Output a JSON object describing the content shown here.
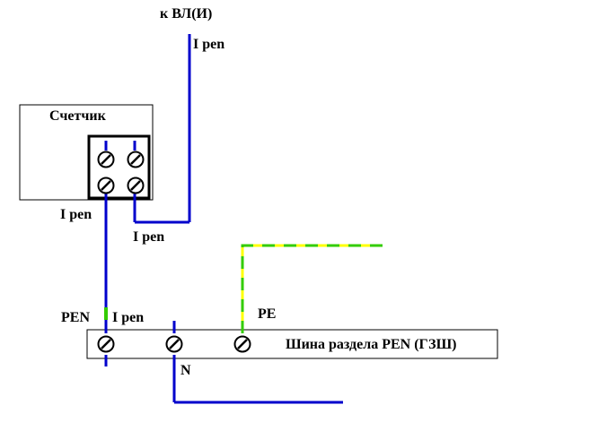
{
  "labels": {
    "to_line": "к ВЛ(И)",
    "ipen_top": "I pen",
    "meter_title": "Счетчик",
    "ipen_left": "I pen",
    "ipen_right": "I pen",
    "pen": "PEN",
    "ipen_bus": "I pen",
    "pe": "PE",
    "n": "N",
    "bus_title": "Шина раздела PEN (ГЗШ)"
  },
  "colors": {
    "wire_pen": "#0000cc",
    "pe_green": "#33cc00",
    "pe_yellow": "#ffff00",
    "outline": "#000000",
    "background": "#ffffff"
  },
  "icons": [
    "screw-terminal-icon"
  ]
}
